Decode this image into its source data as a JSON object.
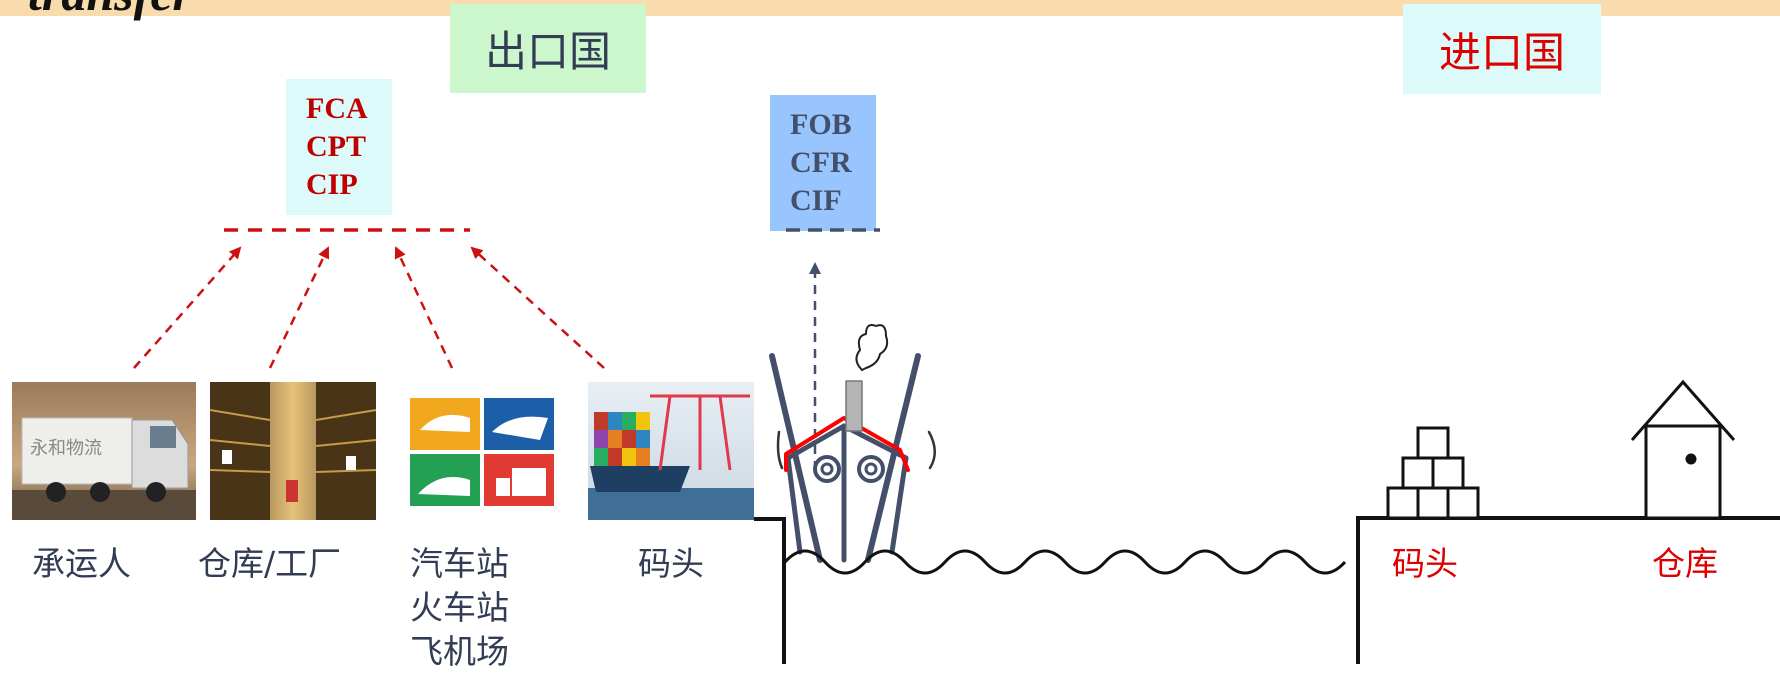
{
  "slide": {
    "title": "transfer"
  },
  "countries": {
    "export": "出口国",
    "import": "进口国"
  },
  "terms": {
    "group_a": [
      "FCA",
      "CPT",
      "CIP"
    ],
    "group_b": [
      "FOB",
      "CFR",
      "CIF"
    ]
  },
  "export_locations": [
    {
      "label": "承运人"
    },
    {
      "label": "仓库/工厂"
    },
    {
      "label": "汽车站",
      "label2": "火车站",
      "label3": "飞机场"
    },
    {
      "label": "码头"
    }
  ],
  "import_locations": [
    {
      "label": "码头"
    },
    {
      "label": "仓库"
    }
  ],
  "colors": {
    "risk_line_a": "#cc1111",
    "risk_line_b": "#44506a",
    "text_dark": "#333c55",
    "text_red": "#dd0000",
    "box_green": "#ccf7cc",
    "box_cyan": "#ddfafa",
    "box_blue": "#99c5ff"
  }
}
